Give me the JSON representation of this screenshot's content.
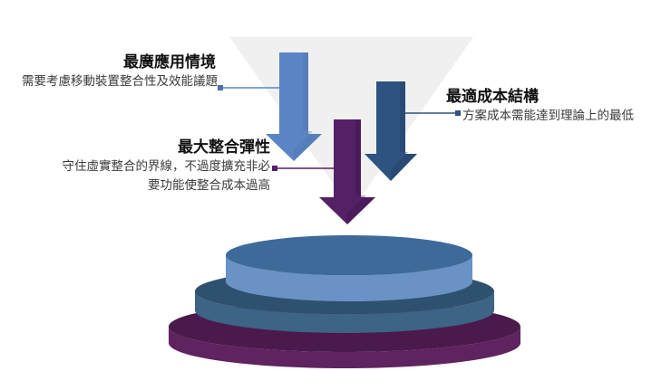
{
  "slide": {
    "background_color": "#ffffff",
    "funnel_color": "#f0f0f0"
  },
  "callouts": [
    {
      "id": "widest",
      "title": "最廣應用情境",
      "body": "需要考慮移動裝置整合性及效能議題",
      "connector_color": "#5b84c4",
      "align": "right"
    },
    {
      "id": "flex",
      "title": "最大整合彈性",
      "body_line1": "守住虛實整合的界線，不過度擴充非必",
      "body_line2": "要功能使整合成本過高",
      "connector_color": "#542066",
      "align": "right"
    },
    {
      "id": "cost",
      "title": "最適成本結構",
      "body": "方案成本需能達到理論上的最低",
      "connector_color": "#2e5380",
      "align": "left"
    }
  ],
  "arrows": [
    {
      "name": "arrow-widest",
      "color": "#5b84c4",
      "shadow": "#4a72ad"
    },
    {
      "name": "arrow-flexibility",
      "color": "#542066",
      "shadow": "#431953"
    },
    {
      "name": "arrow-cost",
      "color": "#2e5380",
      "shadow": "#24446b"
    }
  ],
  "platform": [
    {
      "name": "disc-top",
      "top_color": "#3e6a99",
      "body_color": "#6a92c4"
    },
    {
      "name": "disc-middle",
      "top_color": "#2f5170",
      "body_color": "#3d6385"
    },
    {
      "name": "disc-base",
      "top_color": "#4a1a4c",
      "body_color": "#5f2360"
    }
  ]
}
